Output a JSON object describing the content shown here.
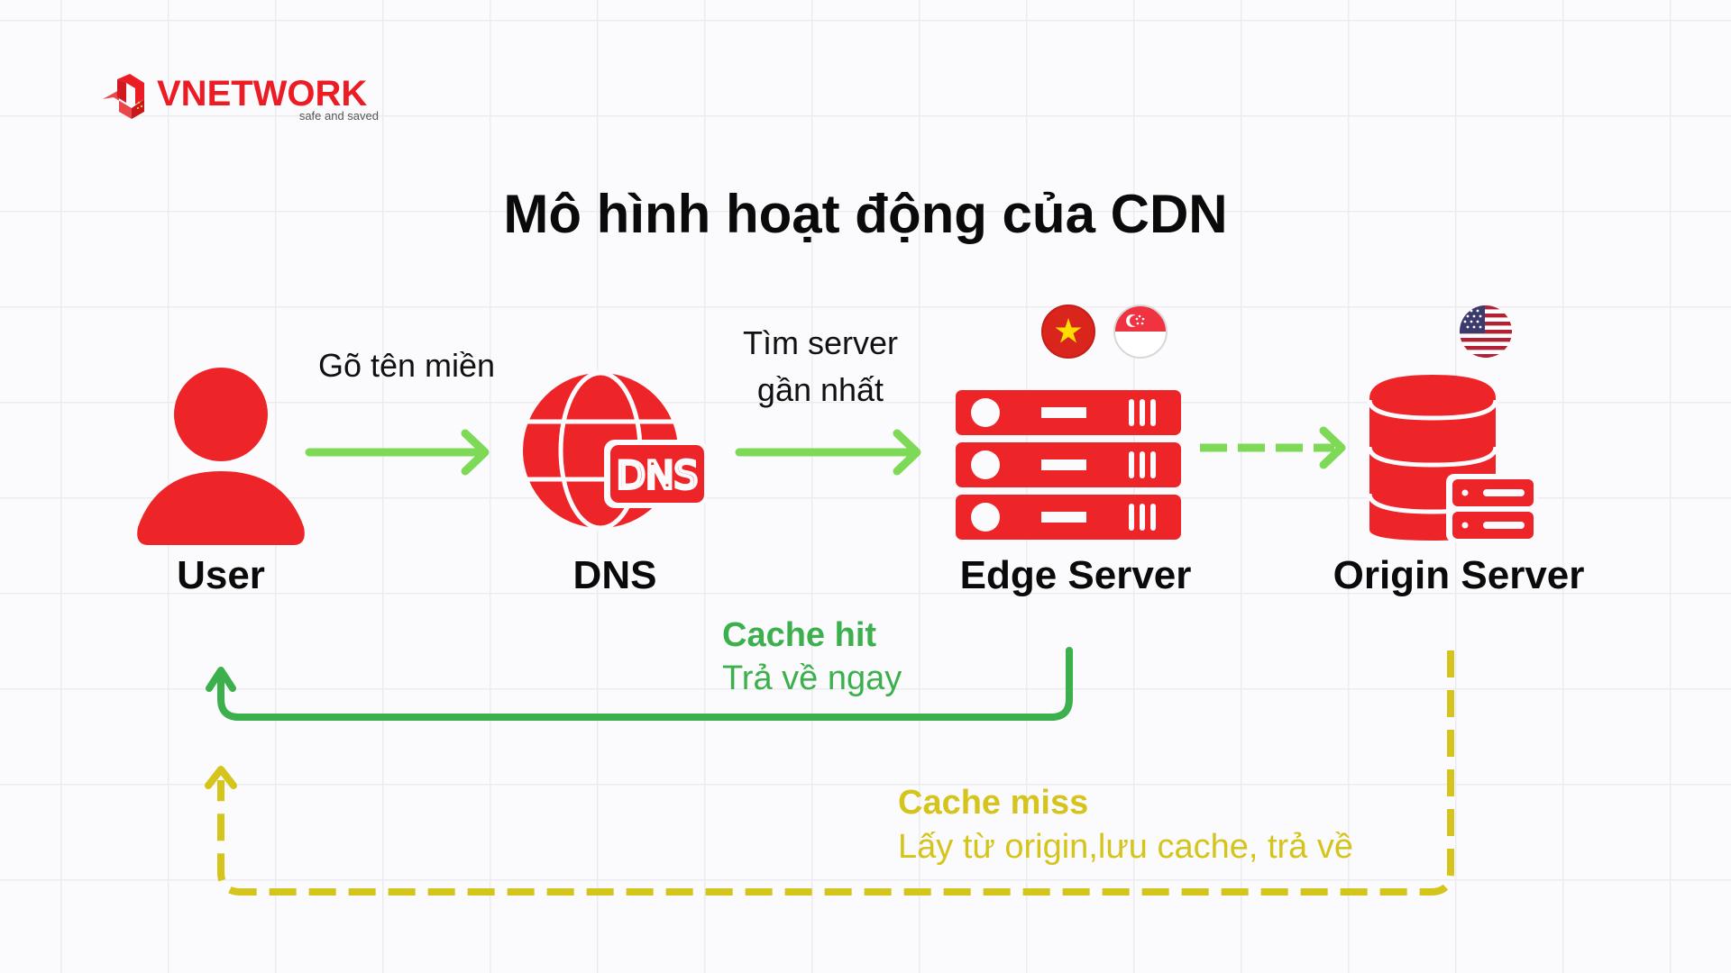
{
  "brand": {
    "name": "VNETWORK",
    "tagline": "safe and saved",
    "color": "#ec1c24"
  },
  "title": "Mô hình hoạt động của CDN",
  "colors": {
    "icon_red": "#ee2528",
    "arrow_green_light": "#7ed957",
    "cache_hit_green": "#3cb04c",
    "cache_miss_yellow": "#d4c41c",
    "text_dark": "#0a0a0a"
  },
  "nodes": [
    {
      "id": "user",
      "label": "User",
      "icon": "user-icon"
    },
    {
      "id": "dns",
      "label": "DNS",
      "icon": "dns-globe-icon",
      "badge": "DNS"
    },
    {
      "id": "edge",
      "label": "Edge Server",
      "icon": "server-rack-icon",
      "flags": [
        "vietnam-flag-icon",
        "singapore-flag-icon"
      ]
    },
    {
      "id": "origin",
      "label": "Origin Server",
      "icon": "database-server-icon",
      "flags": [
        "usa-flag-icon"
      ]
    }
  ],
  "steps": [
    {
      "from": "user",
      "to": "dns",
      "label": "Gõ tên miền",
      "style": "solid"
    },
    {
      "from": "dns",
      "to": "edge",
      "label_line1": "Tìm server",
      "label_line2": "gần nhất",
      "style": "solid"
    },
    {
      "from": "edge",
      "to": "origin",
      "label": "",
      "style": "dashed"
    }
  ],
  "returns": {
    "cache_hit": {
      "title": "Cache hit",
      "description": "Trả về ngay",
      "from": "edge",
      "to": "user",
      "style": "solid"
    },
    "cache_miss": {
      "title": "Cache miss",
      "description": "Lấy từ origin,lưu cache, trả về",
      "from": "origin",
      "to": "user",
      "style": "dashed"
    }
  }
}
